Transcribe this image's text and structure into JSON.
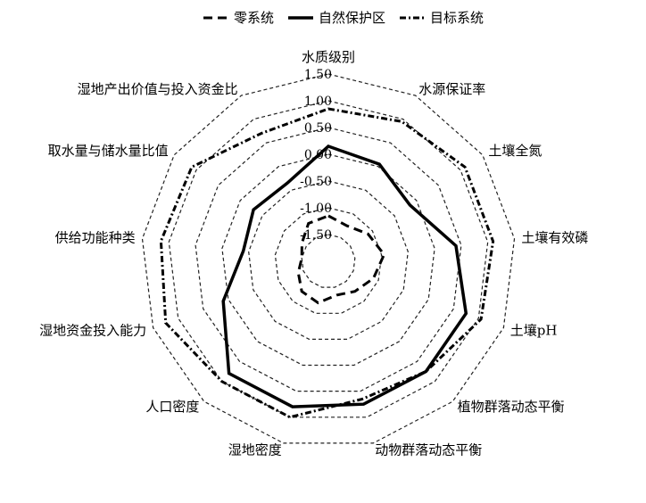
{
  "chart_data": {
    "type": "radar",
    "r_range": [
      -2.0,
      1.5
    ],
    "r_ticks": [
      1.5,
      1.0,
      0.5,
      0.0,
      -0.5,
      -1.0,
      -1.5
    ],
    "tick_labels": [
      "1.50",
      "1.00",
      "0.50",
      "0.00",
      "-0.50",
      "-1.00",
      "-1.50"
    ],
    "grid": true,
    "legend_position": "top",
    "categories": [
      "水质级别",
      "水源保证率",
      "土壤全氮",
      "土壤有效磷",
      "土壤pH",
      "植物群落动态平衡",
      "动物群落动态平衡",
      "湿地密度",
      "人口密度",
      "湿地资金投入能力",
      "供给功能种类",
      "取水量与储水量比值",
      "湿地产出价值与投入资金比"
    ],
    "series": [
      {
        "name": "零系统",
        "style": "dashed",
        "values": [
          -1.15,
          -1.25,
          -1.1,
          -0.95,
          -1.1,
          -1.25,
          -1.35,
          -1.2,
          -1.25,
          -1.4,
          -1.5,
          -1.4,
          -1.2
        ]
      },
      {
        "name": "自然保护区",
        "style": "solid",
        "values": [
          0.15,
          0.05,
          -0.15,
          0.4,
          0.75,
          0.75,
          0.75,
          0.8,
          0.8,
          0.1,
          -0.4,
          -0.3,
          -0.35
        ]
      },
      {
        "name": "目标系统",
        "style": "dash-dot",
        "values": [
          0.85,
          0.95,
          1.1,
          1.1,
          1.05,
          0.75,
          0.65,
          1.0,
          1.0,
          1.25,
          1.15,
          1.1,
          0.7
        ]
      }
    ]
  }
}
